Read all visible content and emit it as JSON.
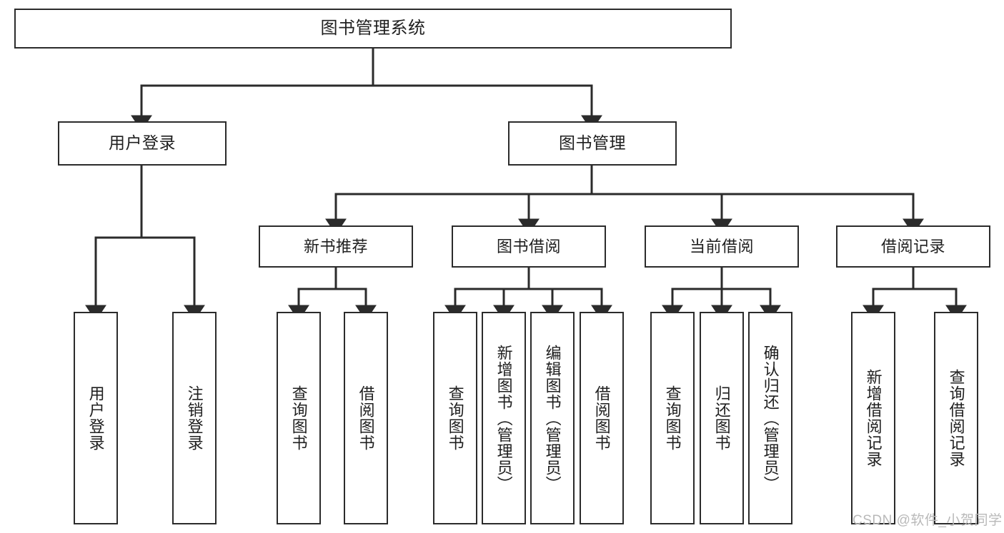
{
  "diagram": {
    "type": "tree-hierarchy",
    "title": "图书管理系统",
    "orientation": "top-down",
    "style": {
      "box_border_color": "#2b2b2b",
      "box_fill_color": "#ffffff",
      "edge_color": "#2b2b2b",
      "background_color": "#ffffff",
      "text_color": "#1f1f1f"
    },
    "nodes": {
      "root": {
        "label": "图书管理系统"
      },
      "level2": [
        {
          "label": "用户登录"
        },
        {
          "label": "图书管理"
        }
      ],
      "level3": [
        {
          "label": "新书推荐"
        },
        {
          "label": "图书借阅"
        },
        {
          "label": "当前借阅"
        },
        {
          "label": "借阅记录"
        }
      ],
      "leaves": {
        "user_login": [
          {
            "label": "用户登录"
          },
          {
            "label": "注销登录"
          }
        ],
        "new_book_recommend": [
          {
            "label": "查询图书"
          },
          {
            "label": "借阅图书"
          }
        ],
        "book_borrow": [
          {
            "label": "查询图书"
          },
          {
            "label": "新增图书（管理员）"
          },
          {
            "label": "编辑图书（管理员）"
          },
          {
            "label": "借阅图书"
          }
        ],
        "current_borrow": [
          {
            "label": "查询图书"
          },
          {
            "label": "归还图书"
          },
          {
            "label": "确认归还（管理员）"
          }
        ],
        "borrow_record": [
          {
            "label": "新增借阅记录"
          },
          {
            "label": "查询借阅记录"
          }
        ]
      }
    }
  },
  "watermark": {
    "text": "CSDN @软件_小贺同学"
  }
}
